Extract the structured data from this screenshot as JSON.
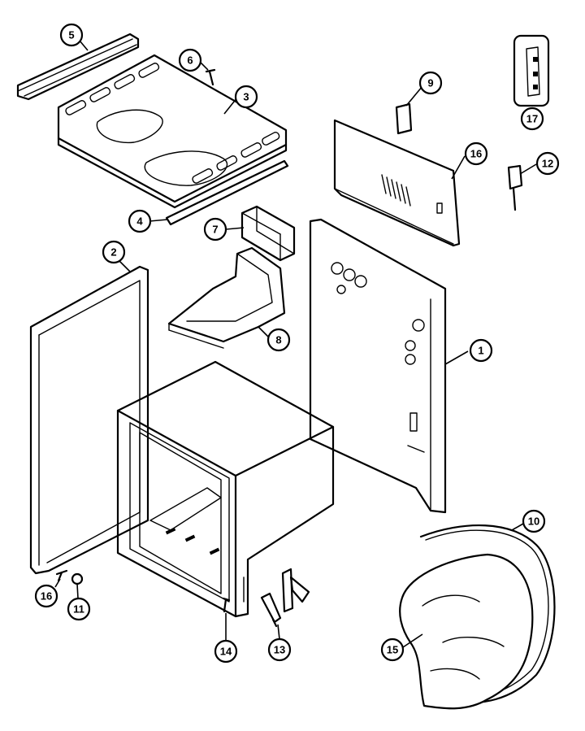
{
  "callouts": [
    {
      "id": "c1",
      "label": "1"
    },
    {
      "id": "c2",
      "label": "2"
    },
    {
      "id": "c3",
      "label": "3"
    },
    {
      "id": "c4",
      "label": "4"
    },
    {
      "id": "c5",
      "label": "5"
    },
    {
      "id": "c6",
      "label": "6"
    },
    {
      "id": "c7",
      "label": "7"
    },
    {
      "id": "c8",
      "label": "8"
    },
    {
      "id": "c9",
      "label": "9"
    },
    {
      "id": "c10",
      "label": "10"
    },
    {
      "id": "c11",
      "label": "11"
    },
    {
      "id": "c12",
      "label": "12"
    },
    {
      "id": "c13",
      "label": "13"
    },
    {
      "id": "c14",
      "label": "14"
    },
    {
      "id": "c15",
      "label": "15"
    },
    {
      "id": "c16a",
      "label": "16"
    },
    {
      "id": "c16b",
      "label": "16"
    },
    {
      "id": "c17",
      "label": "17"
    }
  ]
}
